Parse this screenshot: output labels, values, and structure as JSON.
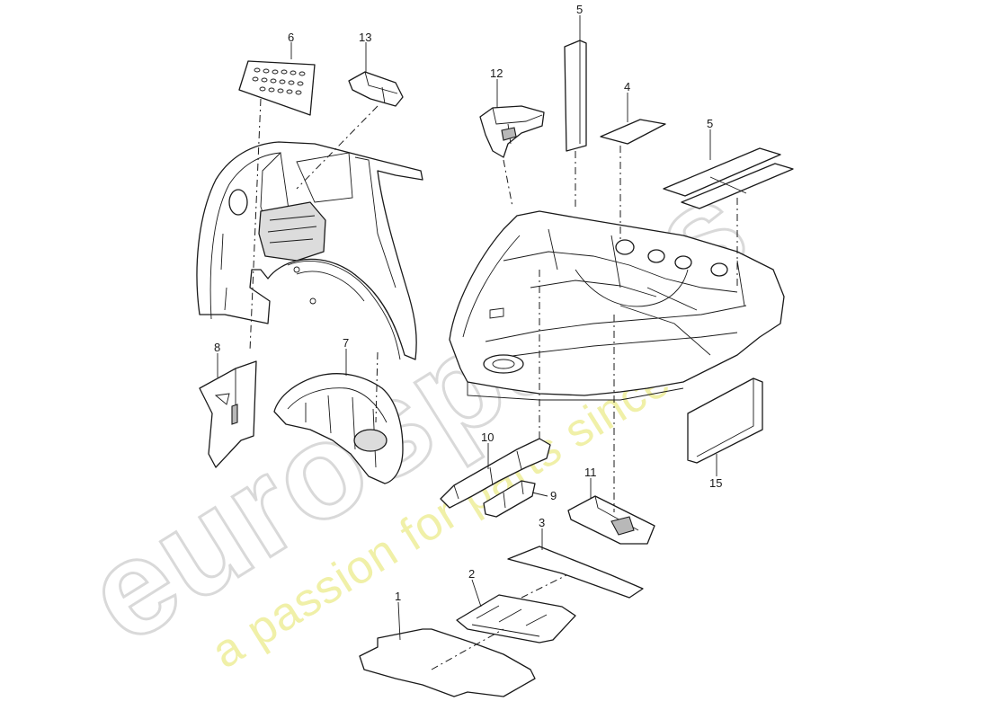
{
  "callouts": {
    "c1": "1",
    "c2": "2",
    "c3": "3",
    "c4": "4",
    "c5a": "5",
    "c5b": "5",
    "c6": "6",
    "c7": "7",
    "c8": "8",
    "c9": "9",
    "c10": "10",
    "c11": "11",
    "c12": "12",
    "c13": "13",
    "c15": "15"
  },
  "watermark": {
    "brand": "eurospares",
    "tagline": "a passion for parts since 1985"
  }
}
